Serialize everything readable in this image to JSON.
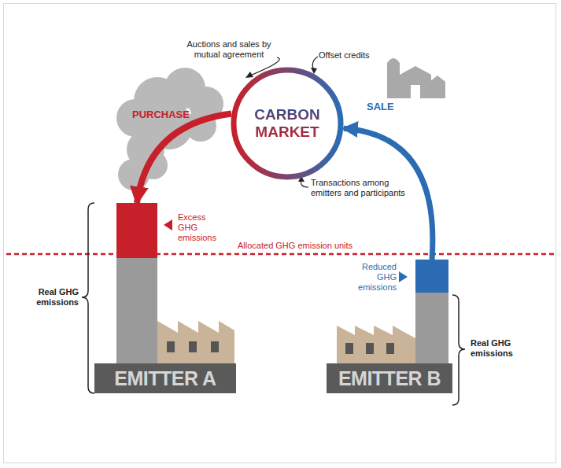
{
  "diagram": {
    "nodes": [
      {
        "text": [
          "CARBON MARKET"
        ]
      },
      {
        "text": [
          "EMITTER A"
        ]
      },
      {
        "text": [
          "EMITTER B"
        ]
      }
    ],
    "edges": [
      {
        "from": 0,
        "to": 1,
        "arrow": "to",
        "label": "PURCHASE"
      },
      {
        "from": 2,
        "to": 0,
        "arrow": "to",
        "label": "SALE"
      }
    ],
    "labels": [
      "Auctions and sales by mutual agreement",
      "Offset credits",
      "Transactions among emitters and participants",
      "Excess GHG emissions",
      "Allocated GHG emission units",
      "Reduced GHG emissions",
      "Real GHG emissions",
      "Real GHG emissions"
    ]
  }
}
